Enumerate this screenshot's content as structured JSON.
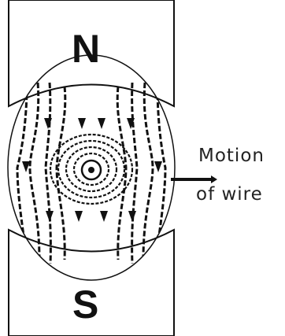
{
  "poles": {
    "north": "N",
    "south": "S"
  },
  "motion_label": {
    "line1": "Motion",
    "line2": "of wire"
  },
  "wire": {
    "current_direction": "out of page"
  },
  "colors": {
    "ink": "#111111",
    "background": "#ffffff"
  }
}
